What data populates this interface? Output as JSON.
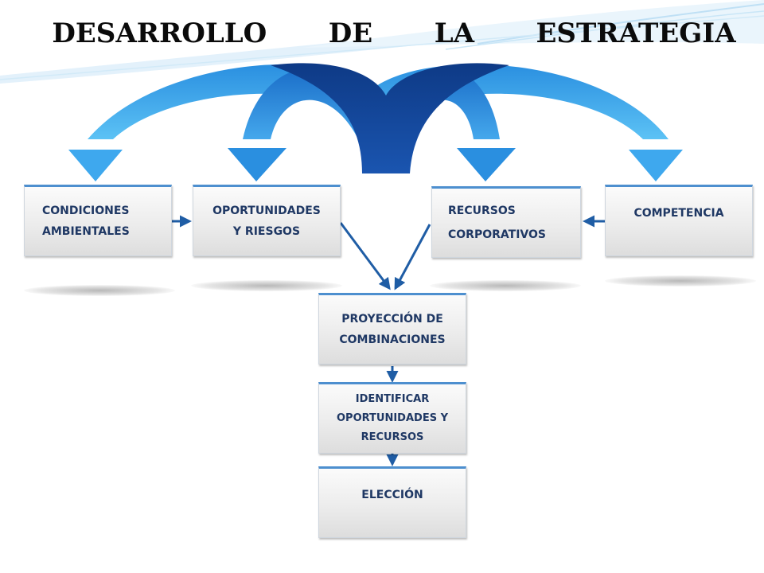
{
  "title": "DESARROLLO   DE   LA   ESTRATEGIA",
  "colors": {
    "box_text": "#1f3864",
    "box_border_top": "#4d8fcf",
    "arrow_line": "#1f5da5",
    "dark_arc": "#103f8c",
    "mid_arc": "#2a84d8",
    "light_arc": "#4ab2f0"
  },
  "boxes": {
    "condiciones": "CONDICIONES\nAMBIENTALES",
    "oportunidades": "OPORTUNIDADES\nY RIESGOS",
    "recursos": "RECURSOS\nCORPORATIVOS",
    "competencia": "COMPETENCIA",
    "proyeccion": "PROYECCIÓN  DE\nCOMBINACIONES",
    "identificar": "IDENTIFICAR\nOPORTUNIDADES Y\nRECURSOS",
    "eleccion": "ELECCIÓN"
  }
}
